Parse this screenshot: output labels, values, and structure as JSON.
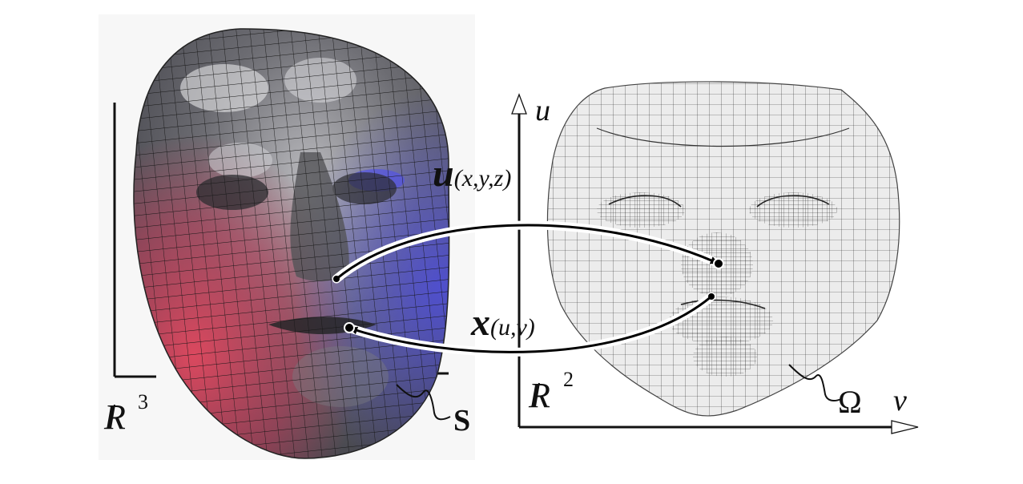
{
  "labels": {
    "r3_letter": "R",
    "r3_exp": "3",
    "r2_letter": "R",
    "r2_exp": "2",
    "surface": "S",
    "domain": "Ω",
    "axis_u": "u",
    "axis_v": "v",
    "map_u_fn": "u",
    "map_u_args": "(x,y,z)",
    "map_x_fn": "x",
    "map_x_args": "(u,v)"
  },
  "colors": {
    "mesh_line": "#1a1a1a",
    "face_dark": "#3a3a3e",
    "face_light": "#c9c9cc",
    "face_red": "#d8405a",
    "face_blue": "#4a4ad0",
    "flat_fill": "#ececec",
    "axis": "#111111"
  }
}
